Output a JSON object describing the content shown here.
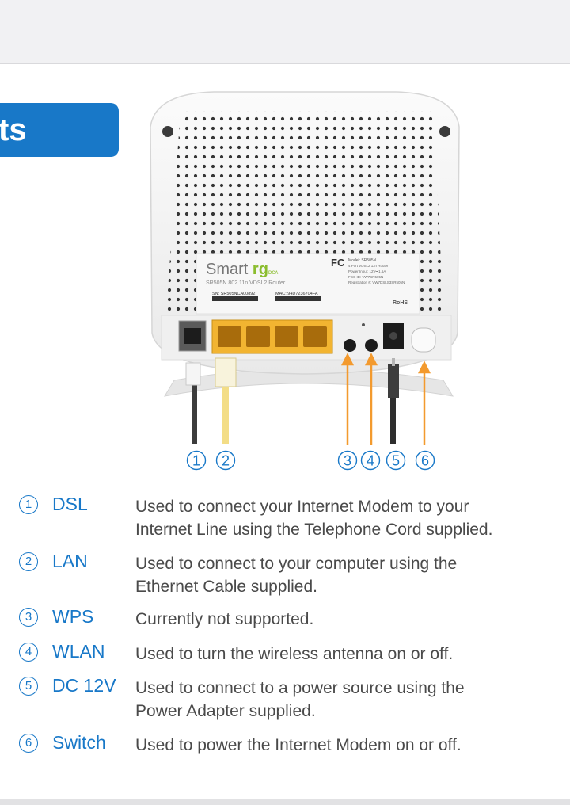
{
  "header": {
    "title_fragment": "ts"
  },
  "router": {
    "brand": "Smart",
    "brand_rg": "rg",
    "brand_suffix": "ᴅᴄᴀ",
    "model_line": "SR505N 802.11n VDSL2 Router",
    "sn_label": "SN: SR505NCA00892",
    "mac_label": "MAC: 94D7236704FA",
    "fcc_label": "FC",
    "model_text": "Model: SR505N",
    "model_sub": "4 Port VDSL2 11n Router",
    "power_text": "Power Input: 12V⎓1.5A",
    "fcc_id": "FCC ID: VW7SR505N",
    "reg_no": "Registration #: VW7DSLS3SR505N",
    "rohs": "RoHS"
  },
  "callouts": {
    "group_left": [
      "1",
      "2"
    ],
    "group_right": [
      "3",
      "4",
      "5",
      "6"
    ]
  },
  "ports": [
    {
      "num": "1",
      "name": "DSL",
      "lines": [
        "Used to connect your Internet Modem to your",
        "Internet Line using the Telephone Cord supplied."
      ]
    },
    {
      "num": "2",
      "name": "LAN",
      "lines": [
        "Used to connect to your computer using the",
        "Ethernet Cable supplied."
      ]
    },
    {
      "num": "3",
      "name": "WPS",
      "lines": [
        "Currently not supported."
      ]
    },
    {
      "num": "4",
      "name": "WLAN",
      "lines": [
        "Used to turn the wireless antenna on or off."
      ]
    },
    {
      "num": "5",
      "name": "DC 12V",
      "lines": [
        "Used to connect to a power source using the",
        "Power Adapter supplied."
      ]
    },
    {
      "num": "6",
      "name": "Switch",
      "lines": [
        "Used to power the Internet Modem on or off."
      ]
    }
  ],
  "colors": {
    "accent": "#1878c8",
    "callout_line": "#f39a2e",
    "ethernet_port": "#f2b431",
    "ethernet_cable": "#f3dd86"
  }
}
